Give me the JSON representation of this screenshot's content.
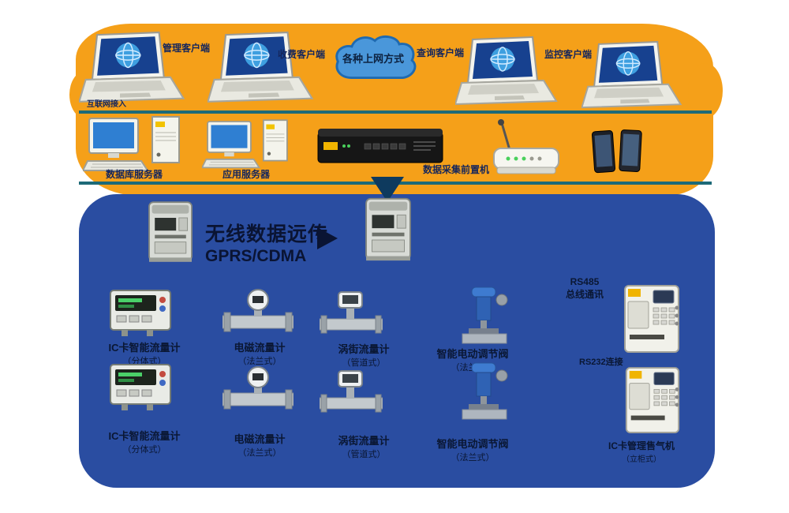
{
  "diagram": {
    "cloud_label": "各种上网方式",
    "clients": {
      "c0": "管理客户端",
      "c1": "收费客户端",
      "c2": "查询客户端",
      "c3": "监控客户端",
      "note": "互联网接入"
    },
    "middle": {
      "db_server": "数据库服务器",
      "app_server": "应用服务器",
      "front_end": "数据采集前置机"
    },
    "transfer": {
      "line1": "无线数据远传",
      "line2": "GPRS/CDMA"
    },
    "right_link": {
      "line1": "RS485",
      "line2": "总线通讯",
      "rs232": "RS232连接"
    },
    "vend_caption": {
      "line1": "IC卡管理售气机",
      "line2": "（立柜式）"
    },
    "rows": [
      {
        "devices": [
          {
            "name": "IC卡智能流量计",
            "sub": "（分体式）"
          },
          {
            "name": "电磁流量计",
            "sub": "（法兰式）"
          },
          {
            "name": "涡街流量计",
            "sub": "（管道式）"
          },
          {
            "name": "智能电动调节阀",
            "sub": "（法兰式）"
          }
        ]
      },
      {
        "devices": [
          {
            "name": "IC卡智能流量计",
            "sub": "（分体式）"
          },
          {
            "name": "电磁流量计",
            "sub": "（法兰式）"
          },
          {
            "name": "涡街流量计",
            "sub": "（管道式）"
          },
          {
            "name": "智能电动调节阀",
            "sub": "（法兰式）"
          }
        ]
      }
    ]
  }
}
